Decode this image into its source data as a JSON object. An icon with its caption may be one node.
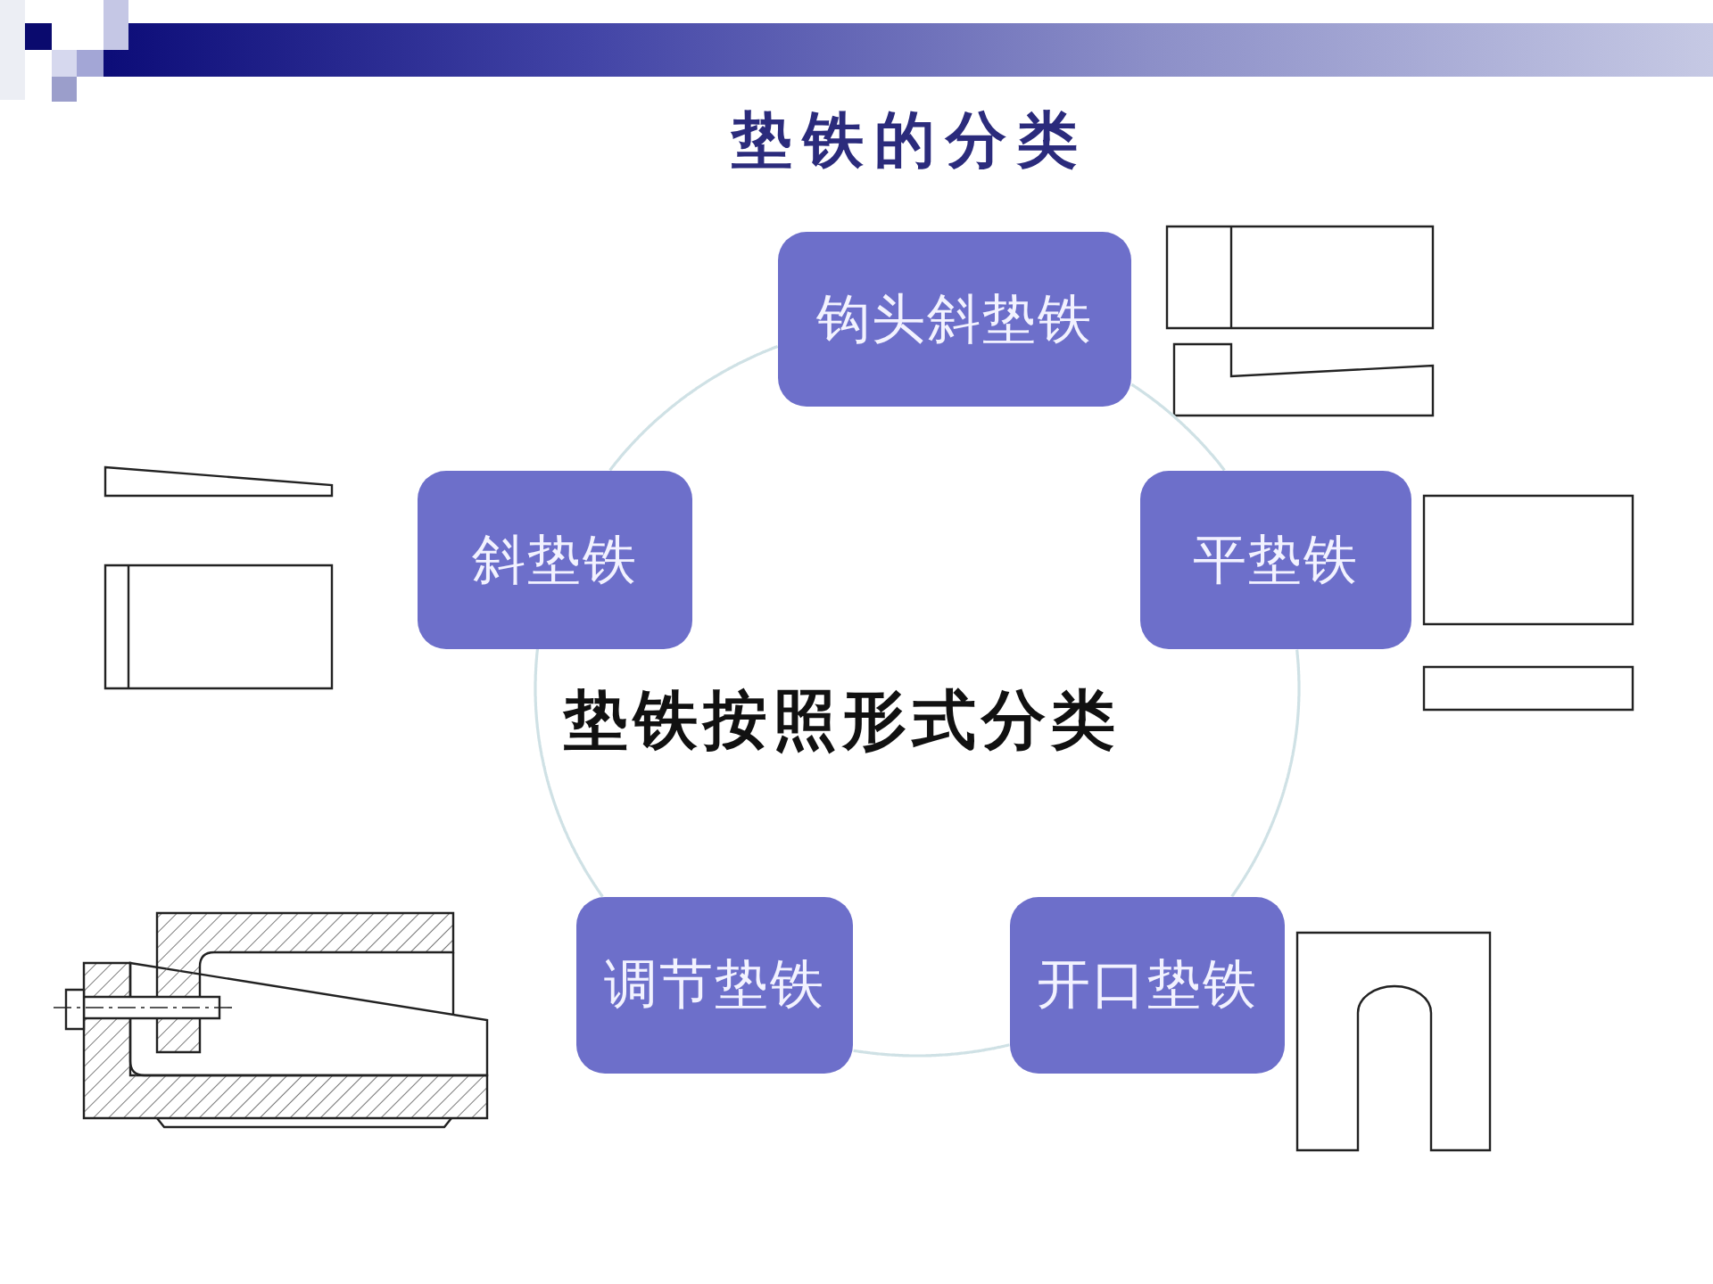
{
  "diagram": {
    "title": "垫铁的分类",
    "nodes": [
      {
        "text": [
          "钩头斜垫铁"
        ]
      },
      {
        "text": [
          "斜垫铁"
        ]
      },
      {
        "text": [
          "平垫铁"
        ]
      },
      {
        "text": [
          "调节垫铁"
        ]
      },
      {
        "text": [
          "开口垫铁"
        ]
      }
    ],
    "edges": [
      {
        "from": 0,
        "to": 2,
        "arrow": "none"
      },
      {
        "from": 2,
        "to": 4,
        "arrow": "none"
      },
      {
        "from": 4,
        "to": 3,
        "arrow": "none"
      },
      {
        "from": 3,
        "to": 1,
        "arrow": "none"
      },
      {
        "from": 1,
        "to": 0,
        "arrow": "none"
      }
    ],
    "labels": [
      "垫铁按照形式分类"
    ]
  }
}
